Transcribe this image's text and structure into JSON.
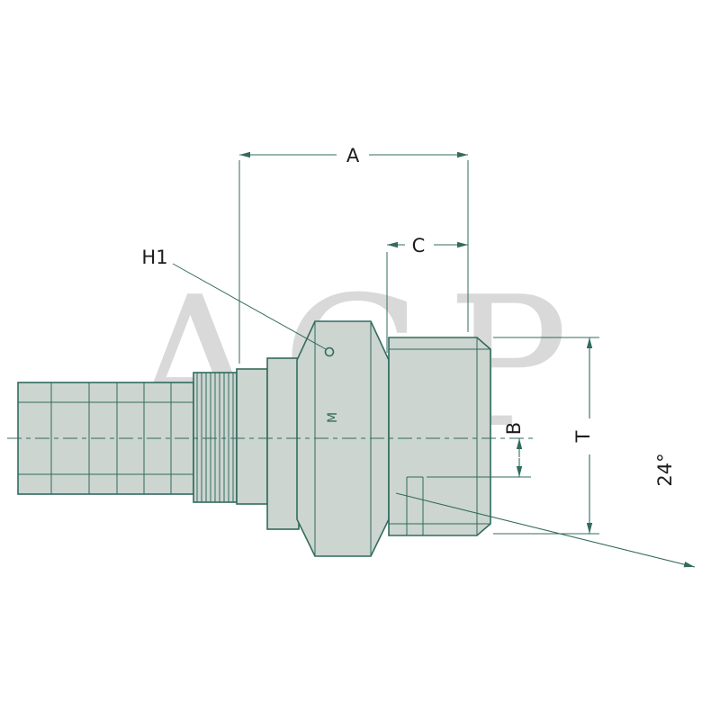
{
  "colors": {
    "line": "#316b5e",
    "fill": "#ccd5d0",
    "label": "#1c1c1c",
    "watermark": "#d9d9d9",
    "bg": "#ffffff"
  },
  "watermark": {
    "text": "AGP"
  },
  "drawing": {
    "labels": {
      "dim_a": "A",
      "dim_c": "C",
      "h1": "H1",
      "dim_b": "B",
      "dim_t": "T",
      "angle": "24°",
      "marking": "M"
    }
  }
}
